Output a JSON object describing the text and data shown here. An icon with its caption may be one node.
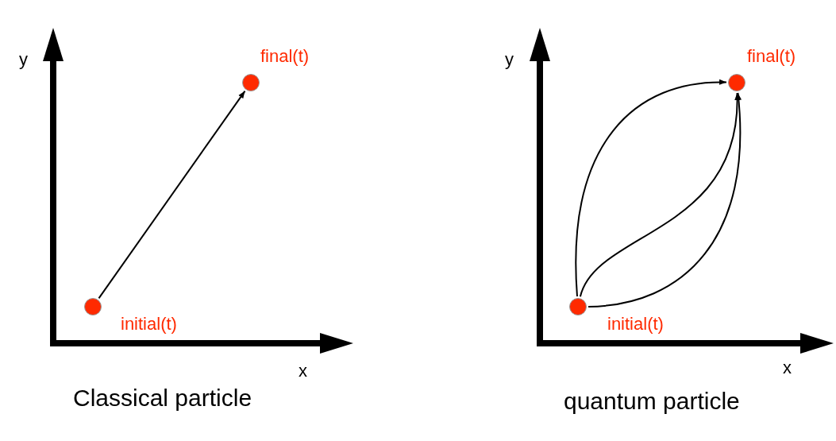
{
  "diagram": {
    "nodes": [
      {
        "text": [],
        "shape": "circle",
        "beside": [
          "initial(t)"
        ]
      },
      {
        "text": [],
        "shape": "circle",
        "beside": [
          "final(t)"
        ]
      },
      {
        "text": [],
        "shape": "circle",
        "beside": [
          "initial(t)"
        ]
      },
      {
        "text": [],
        "shape": "circle",
        "beside": [
          "final(t)"
        ]
      }
    ],
    "edges": [
      {
        "from": 0,
        "to": 1,
        "arrow": "to"
      },
      {
        "from": 2,
        "to": 3,
        "arrow": "to"
      },
      {
        "from": 2,
        "to": 3,
        "arrow": "to"
      },
      {
        "from": 2,
        "to": 3,
        "arrow": "to"
      }
    ],
    "labels": [
      "y",
      "x",
      "Classical particle",
      "y",
      "x",
      "quantum particle"
    ]
  }
}
